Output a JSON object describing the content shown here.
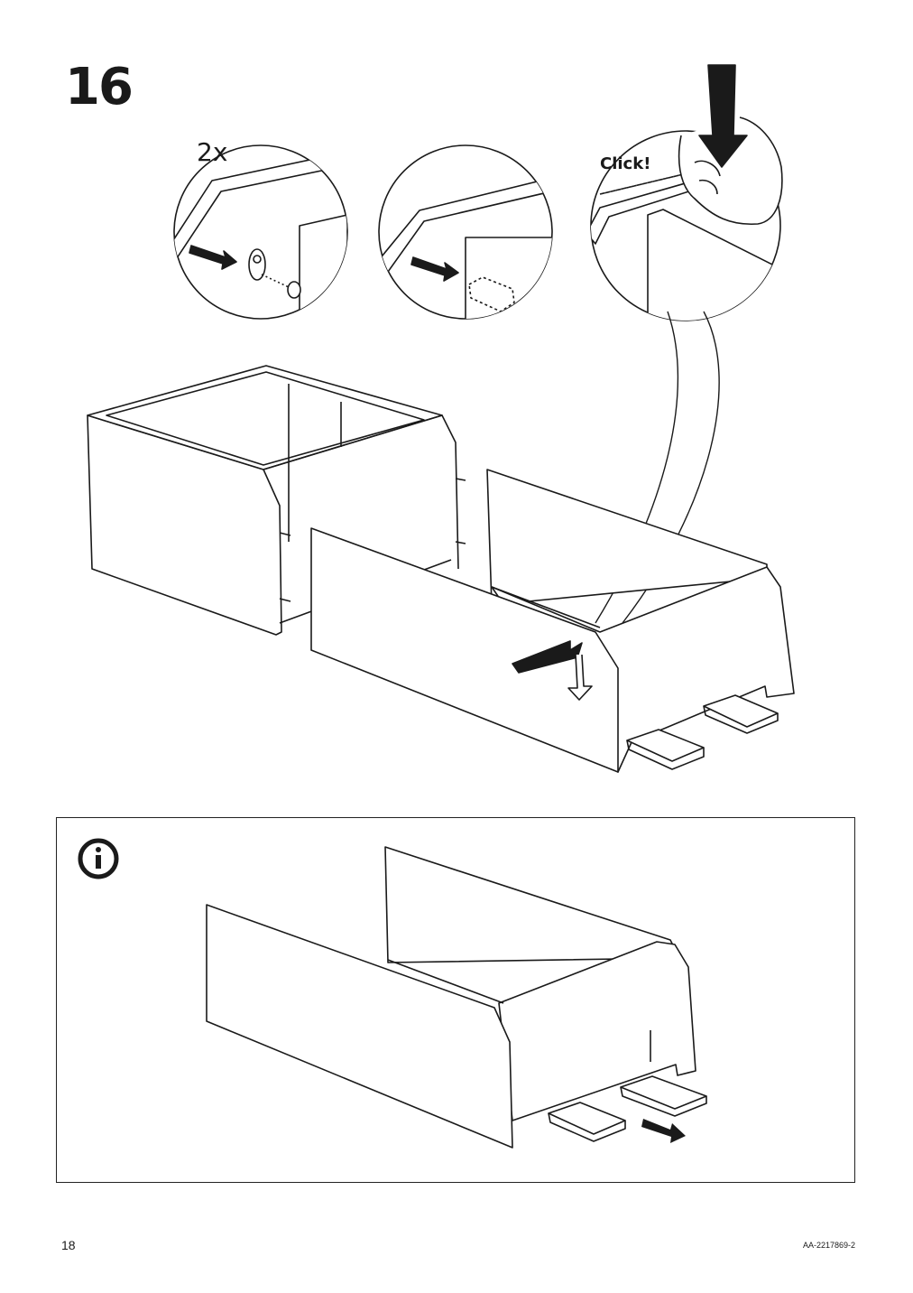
{
  "step": {
    "number": "16"
  },
  "callouts": {
    "quantity": "2x",
    "sound": "Click!"
  },
  "footer": {
    "page_number": "18",
    "doc_code": "AA-2217869-2"
  },
  "icons": [
    "info-icon",
    "arrow-icon",
    "hand-icon",
    "book-icon"
  ],
  "colors": {
    "line": "#1a1a1a",
    "fill": "#ffffff"
  }
}
